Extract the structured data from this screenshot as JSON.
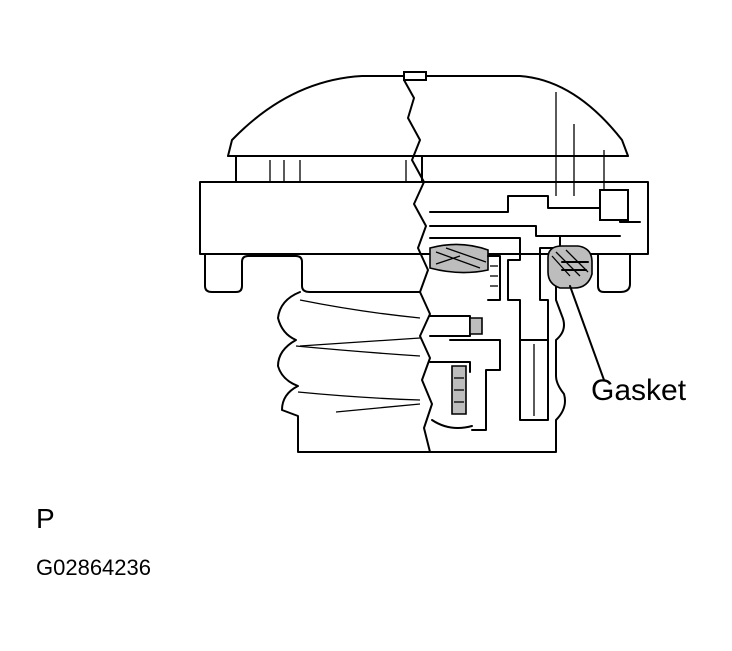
{
  "diagram": {
    "callout_label": "Gasket",
    "view_letter": "P",
    "figure_code": "G02864236"
  },
  "colors": {
    "line": "#000000",
    "shade": "#bdbdbd",
    "background": "#ffffff"
  }
}
